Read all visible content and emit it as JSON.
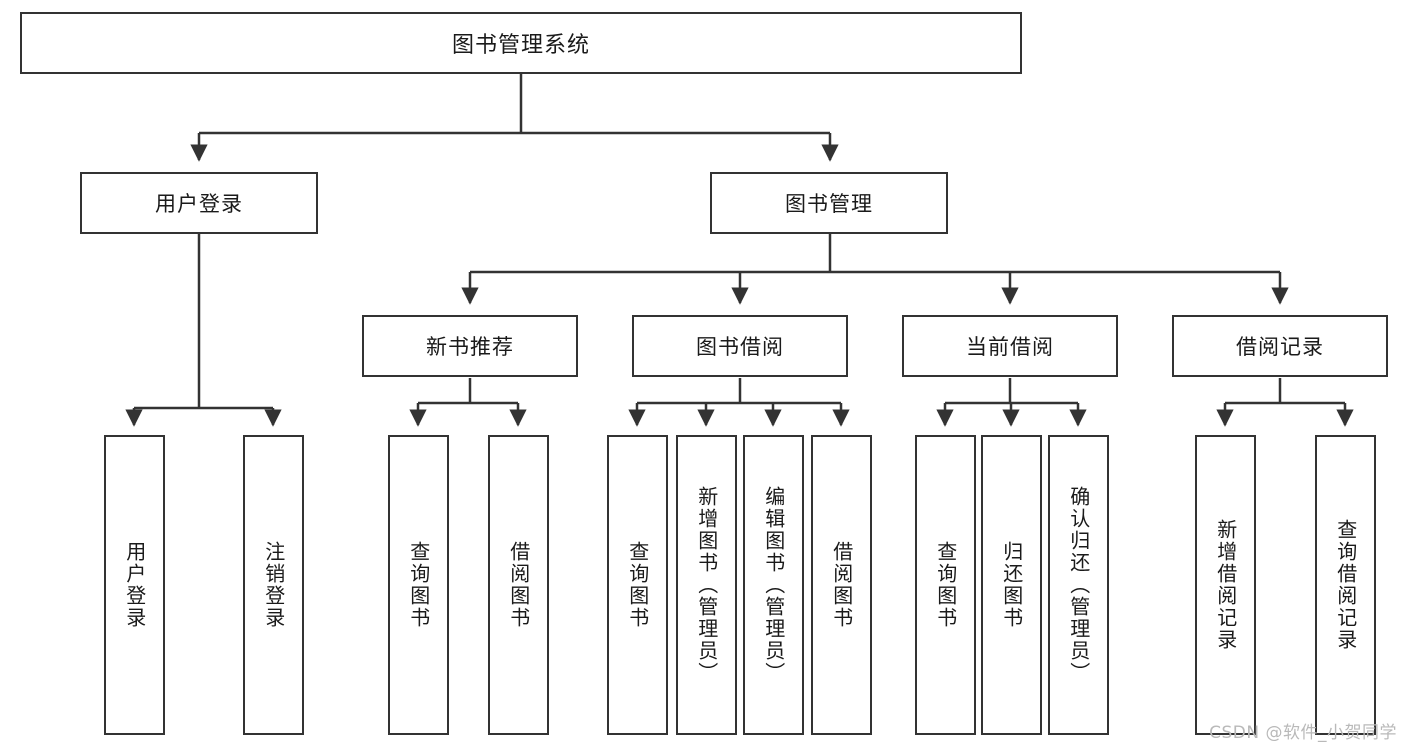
{
  "diagram": {
    "type": "hierarchy-tree",
    "title": "图书管理系统",
    "watermark": "CSDN @软件_小贺同学",
    "colors": {
      "border": "#333333",
      "background": "#ffffff",
      "text": "#1a1a1a",
      "connector": "#333333",
      "watermark": "#b9b9b9"
    },
    "root": {
      "label": "图书管理系统"
    },
    "level2": [
      {
        "label": "用户登录"
      },
      {
        "label": "图书管理"
      }
    ],
    "level3": [
      {
        "label": "新书推荐"
      },
      {
        "label": "图书借阅"
      },
      {
        "label": "当前借阅"
      },
      {
        "label": "借阅记录"
      }
    ],
    "leaves": {
      "user_login": [
        {
          "label": "用户登录"
        },
        {
          "label": "注销登录"
        }
      ],
      "new_book_recommend": [
        {
          "label": "查询图书"
        },
        {
          "label": "借阅图书"
        }
      ],
      "book_borrow": [
        {
          "label": "查询图书"
        },
        {
          "label": "新增图书（管理员）"
        },
        {
          "label": "编辑图书（管理员）"
        },
        {
          "label": "借阅图书"
        }
      ],
      "current_borrow": [
        {
          "label": "查询图书"
        },
        {
          "label": "归还图书"
        },
        {
          "label": "确认归还（管理员）"
        }
      ],
      "borrow_record": [
        {
          "label": "新增借阅记录"
        },
        {
          "label": "查询借阅记录"
        }
      ]
    }
  }
}
